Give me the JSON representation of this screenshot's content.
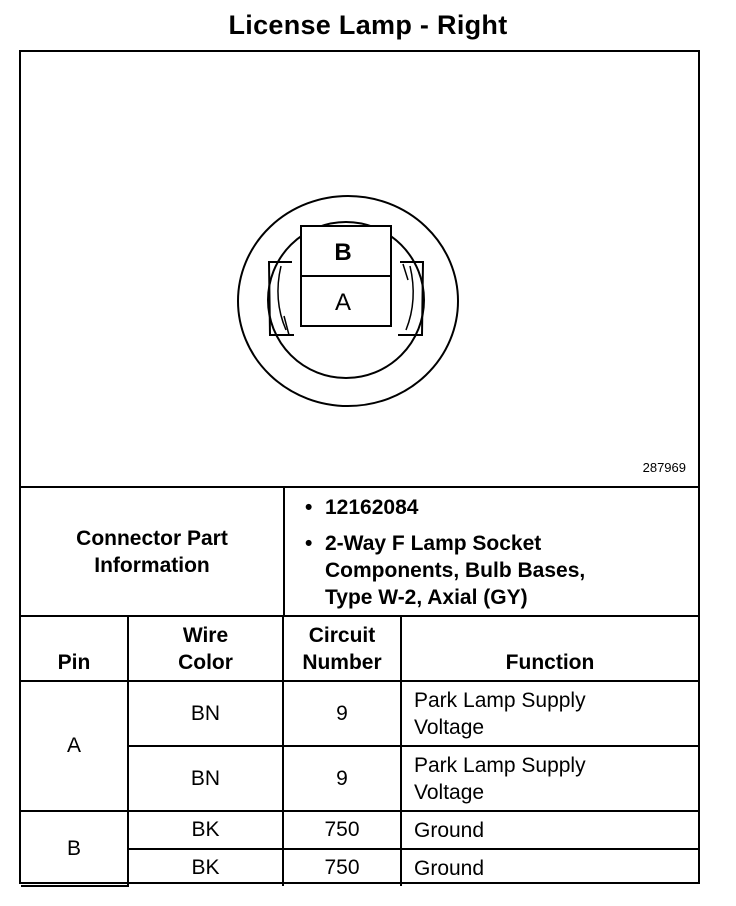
{
  "title": "License Lamp - Right",
  "figure_number": "287969",
  "connector": {
    "label_line1": "Connector Part",
    "label_line2": "Information",
    "bullets": [
      {
        "lines": [
          "12162084"
        ]
      },
      {
        "lines": [
          "2-Way F Lamp Socket",
          "Components, Bulb Bases,",
          "Type W-2, Axial (GY)"
        ]
      }
    ],
    "pin_labels": [
      "B",
      "A"
    ]
  },
  "table": {
    "headers": {
      "pin": "Pin",
      "wire_color": [
        "Wire",
        "Color"
      ],
      "circuit_number": [
        "Circuit",
        "Number"
      ],
      "function": "Function"
    },
    "groups": [
      {
        "pin": "A",
        "rows": [
          {
            "color": "BN",
            "circuit": "9",
            "function": [
              "Park Lamp Supply",
              "Voltage"
            ]
          },
          {
            "color": "BN",
            "circuit": "9",
            "function": [
              "Park Lamp Supply",
              "Voltage"
            ]
          }
        ]
      },
      {
        "pin": "B",
        "rows": [
          {
            "color": "BK",
            "circuit": "750",
            "function": [
              "Ground"
            ]
          },
          {
            "color": "BK",
            "circuit": "750",
            "function": [
              "Ground"
            ]
          }
        ]
      }
    ]
  }
}
